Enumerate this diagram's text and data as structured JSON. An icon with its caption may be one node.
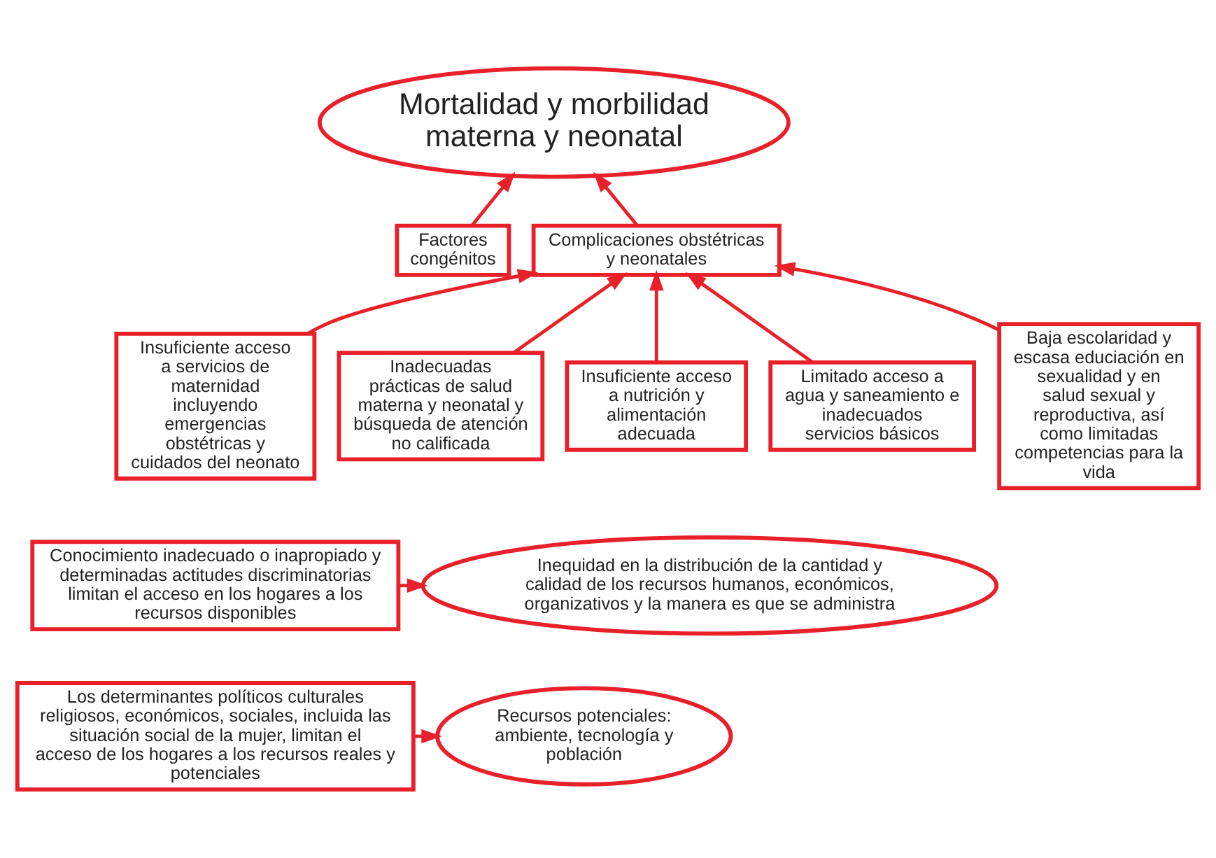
{
  "diagram": {
    "nodes": [
      {
        "text": [
          "Mortalidad y morbilidad materna y neonatal"
        ]
      },
      {
        "text": [
          "Factores congénitos"
        ]
      },
      {
        "text": [
          "Complicaciones obstétricas y neonatales"
        ]
      },
      {
        "text": [
          "Insuficiente acceso a servicios de maternidad incluyendo emergencias obstétricas y cuidados del neonato"
        ]
      },
      {
        "text": [
          "Inadecuadas prácticas de salud materna y neonatal y búsqueda de atención no calificada"
        ]
      },
      {
        "text": [
          "Insuficiente acceso a nutrición y alimentación adecuada"
        ]
      },
      {
        "text": [
          "Limitado acceso a agua y saneamiento e inadecuados servicios básicos"
        ]
      },
      {
        "text": [
          "Baja escolaridad y escasa educiación en sexualidad y en salud sexual y reproductiva, así como limitadas competencias para la vida"
        ]
      },
      {
        "text": [
          "Conocimiento inadecuado o inapropiado y determinadas actitudes discriminatorias limitan el acceso en los hogares a los recursos disponibles"
        ]
      },
      {
        "text": [
          "Inequidad en la distribución de la cantidad y calidad de los recursos humanos, económicos, organizativos y la manera es que se administra"
        ]
      },
      {
        "text": [
          "Los determinantes políticos culturales religiosos, económicos, sociales, incluida las situación social de la mujer, limitan el acceso de los hogares a los recursos reales y potenciales"
        ]
      },
      {
        "text": [
          "Recursos potenciales: ambiente, tecnología y población"
        ]
      }
    ],
    "edges": [
      {
        "from": 1,
        "to": 0,
        "arrow": "to"
      },
      {
        "from": 2,
        "to": 0,
        "arrow": "to"
      },
      {
        "from": 3,
        "to": 2,
        "arrow": "to"
      },
      {
        "from": 4,
        "to": 2,
        "arrow": "to"
      },
      {
        "from": 5,
        "to": 2,
        "arrow": "to"
      },
      {
        "from": 6,
        "to": 2,
        "arrow": "to"
      },
      {
        "from": 7,
        "to": 2,
        "arrow": "to"
      },
      {
        "from": 8,
        "to": 9,
        "arrow": "to"
      },
      {
        "from": 10,
        "to": 11,
        "arrow": "to"
      }
    ]
  }
}
